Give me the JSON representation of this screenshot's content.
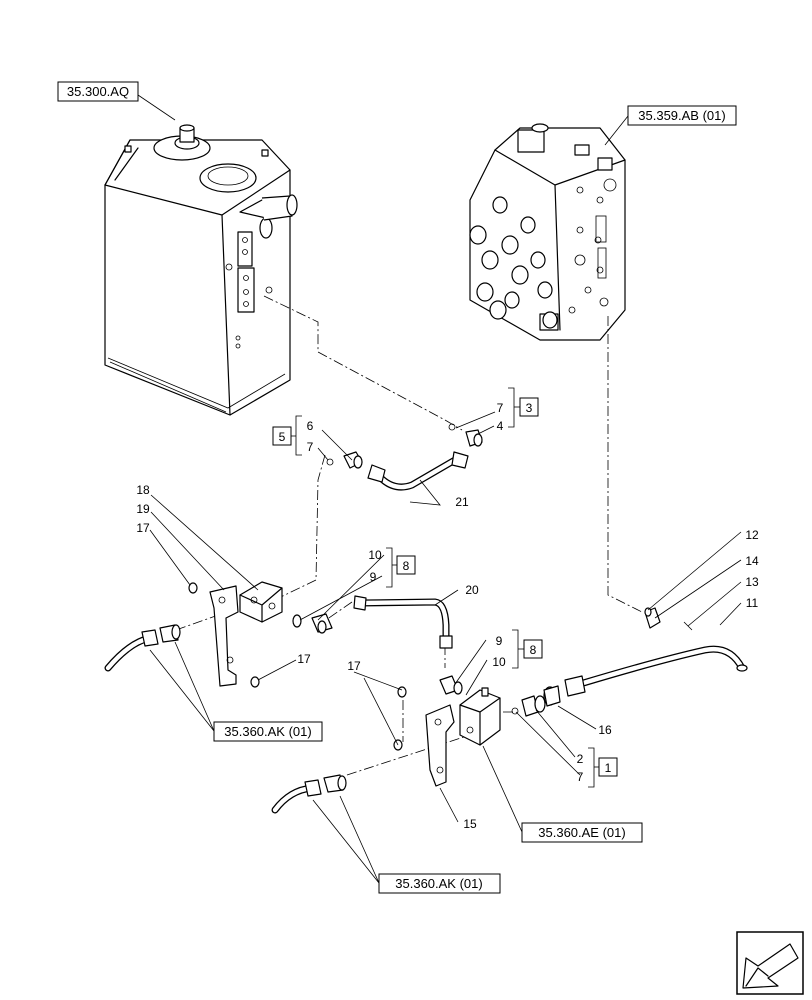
{
  "references": {
    "tank": "35.300.AQ",
    "control_valve": "35.359.AB (01)",
    "hose_left": "35.360.AK (01)",
    "hose_bottom": "35.360.AK (01)",
    "valve_block": "35.360.AE (01)"
  },
  "group_boxes": {
    "kit_1": "1",
    "kit_3": "3",
    "kit_5": "5",
    "kit_8_upper": "8",
    "kit_8_lower": "8"
  },
  "parts": {
    "p2": "2",
    "p4": "4",
    "p6": "6",
    "p7_kit3": "7",
    "p7_kit5": "7",
    "p7_kit1": "7",
    "p9_upper": "9",
    "p9_lower": "9",
    "p10_upper": "10",
    "p10_lower": "10",
    "p11": "11",
    "p12": "12",
    "p13": "13",
    "p14": "14",
    "p15": "15",
    "p16": "16",
    "p17_left": "17",
    "p17_left_lower": "17",
    "p17_mid": "17",
    "p18": "18",
    "p19": "19",
    "p20": "20",
    "p21": "21"
  },
  "icons": {
    "navigation": "arrow-next-page-icon"
  }
}
